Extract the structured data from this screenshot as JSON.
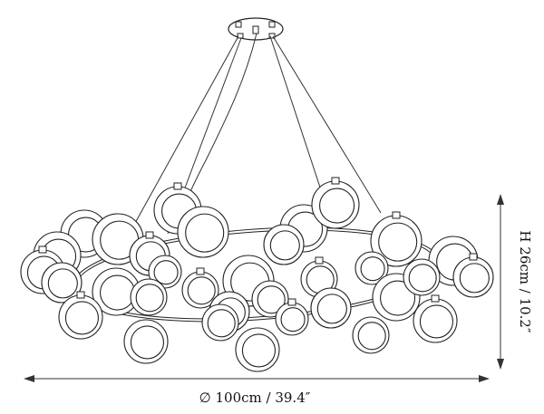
{
  "dimensions": {
    "width_label": "∅ 100cm / 39.4″",
    "height_label": "H 26cm / 10.2″"
  },
  "icons": {
    "arrow": "double-headed-arrow",
    "product": "chandelier-line-drawing"
  }
}
